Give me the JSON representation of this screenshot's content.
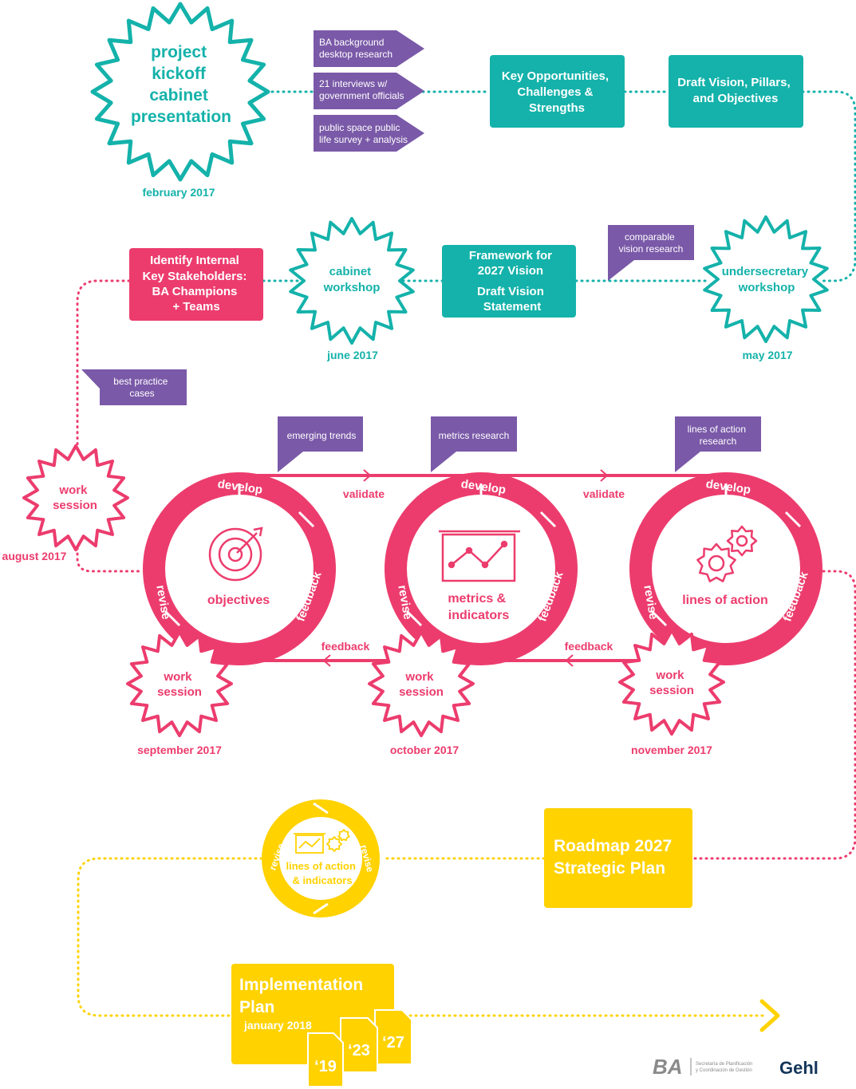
{
  "colors": {
    "teal": "#14b2aa",
    "purple": "#7a59a8",
    "pink": "#ec3c6d",
    "yellow": "#ffd200",
    "gray": "#8a8a8a",
    "white": "#ffffff"
  },
  "kickoff": {
    "lines": [
      "project",
      "kickoff",
      "cabinet",
      "presentation"
    ],
    "date": "february 2017"
  },
  "research_tags": [
    {
      "lines": [
        "BA background",
        "desktop research"
      ]
    },
    {
      "lines": [
        "21 interviews w/",
        "government officials"
      ]
    },
    {
      "lines": [
        "public space public",
        "life survey + analysis"
      ]
    }
  ],
  "key_opportunities": {
    "lines": [
      "Key Opportunities,",
      "Challenges &",
      "Strengths"
    ]
  },
  "draft_vision": {
    "lines": [
      "Draft Vision, Pillars,",
      "and Objectives"
    ]
  },
  "undersecretary_workshop": {
    "lines": [
      "undersecretary",
      "workshop"
    ],
    "date": "may 2017"
  },
  "comparable_vision": {
    "lines": [
      "comparable",
      "vision research"
    ]
  },
  "framework": {
    "lines": [
      "Framework for",
      "2027 Vision",
      "Draft Vision",
      "Statement"
    ]
  },
  "cabinet_workshop": {
    "lines": [
      "cabinet",
      "workshop"
    ],
    "date": "june 2017"
  },
  "identify_stakeholders": {
    "lines": [
      "Identify Internal",
      "Key Stakeholders:",
      "BA Champions",
      "+ Teams"
    ]
  },
  "best_practice": {
    "lines": [
      "best practice",
      "cases"
    ]
  },
  "work_session_august": {
    "lines": [
      "work",
      "session"
    ],
    "date": "august 2017"
  },
  "research_flags": [
    {
      "lines": [
        "emerging trends"
      ]
    },
    {
      "lines": [
        "metrics research"
      ]
    },
    {
      "lines": [
        "lines of action",
        "research"
      ]
    }
  ],
  "cycles": [
    {
      "label_lines": [
        "objectives"
      ],
      "develop": "develop",
      "revise": "revise",
      "feedback": "feedback"
    },
    {
      "label_lines": [
        "metrics &",
        "indicators"
      ],
      "develop": "develop",
      "revise": "revise",
      "feedback": "feedback"
    },
    {
      "label_lines": [
        "lines of action"
      ],
      "develop": "develop",
      "revise": "revise",
      "feedback": "feedback"
    }
  ],
  "validate_labels": [
    "validate",
    "validate"
  ],
  "feedback_labels": [
    "feedback",
    "feedback"
  ],
  "work_sessions": [
    {
      "lines": [
        "work",
        "session"
      ],
      "date": "september 2017"
    },
    {
      "lines": [
        "work",
        "session"
      ],
      "date": "october 2017"
    },
    {
      "lines": [
        "work",
        "session"
      ],
      "date": "november 2017"
    }
  ],
  "roadmap": {
    "lines": [
      "Roadmap 2027",
      "Strategic Plan"
    ]
  },
  "yellow_cycle": {
    "lines": [
      "lines of action",
      "& indicators"
    ],
    "left": "revise",
    "right": "revise"
  },
  "implementation": {
    "lines": [
      "Implementation",
      "Plan"
    ],
    "date": "january 2018"
  },
  "docs": [
    "‘19",
    "‘23",
    "‘27"
  ],
  "logos": {
    "ba": "BA",
    "ba_sub": [
      "Secretaría de Planificación",
      "y Coordinación de Gestión"
    ],
    "gehl": "Gehl"
  }
}
